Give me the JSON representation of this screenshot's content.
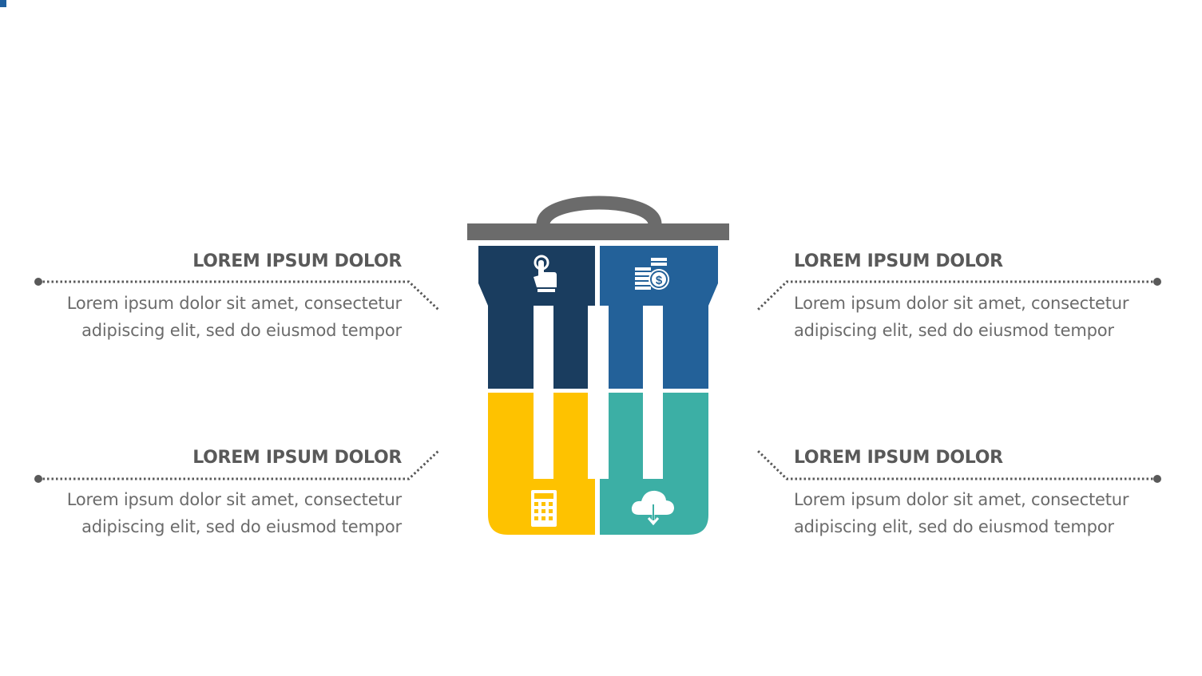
{
  "colors": {
    "navy": "#1a3d5f",
    "blue": "#236199",
    "yellow": "#fec200",
    "teal": "#3cafa5",
    "lid": "#6b6b6b",
    "text": "#595959"
  },
  "items": [
    {
      "title": "LOREM IPSUM DOLOR",
      "line1": "Lorem ipsum dolor sit amet, consectetur",
      "line2": "adipiscing elit, sed do eiusmod tempor",
      "icon": "hand-pointer-icon"
    },
    {
      "title": "LOREM IPSUM DOLOR",
      "line1": "Lorem ipsum dolor sit amet, consectetur",
      "line2": "adipiscing elit, sed do eiusmod tempor",
      "icon": "coins-dollar-icon"
    },
    {
      "title": "LOREM IPSUM DOLOR",
      "line1": "Lorem ipsum dolor sit amet, consectetur",
      "line2": "adipiscing elit, sed do eiusmod tempor",
      "icon": "calculator-icon"
    },
    {
      "title": "LOREM IPSUM DOLOR",
      "line1": "Lorem ipsum dolor sit amet, consectetur",
      "line2": "adipiscing elit, sed do eiusmod tempor",
      "icon": "cloud-download-icon"
    }
  ]
}
